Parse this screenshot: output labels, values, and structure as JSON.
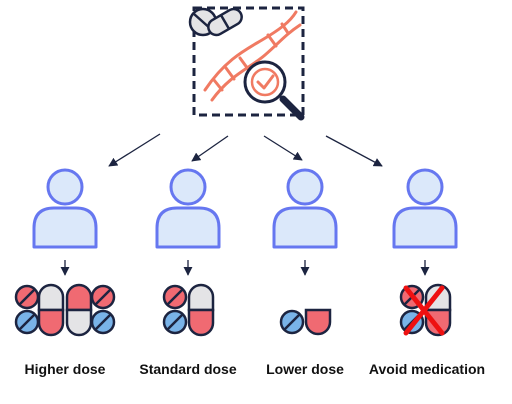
{
  "colors": {
    "outline": "#1c2440",
    "person_fill": "#dbe8fa",
    "person_stroke": "#6677f0",
    "pill_red": "#f06a72",
    "pill_blue": "#79b3e8",
    "pill_gray": "#e4e4e6",
    "dna": "#f07a62",
    "cross": "#ee1111",
    "label": "#111111"
  },
  "header_icon": [
    "pills-icon",
    "dna-icon",
    "magnifier-check-icon",
    "dashed-frame"
  ],
  "groups": [
    {
      "label": "Higher dose",
      "pills": [
        "red-blue-tablet",
        "capsule",
        "capsule",
        "red-blue-tablet"
      ]
    },
    {
      "label": "Standard dose",
      "pills": [
        "red-blue-tablet",
        "capsule"
      ]
    },
    {
      "label": "Lower dose",
      "pills": [
        "blue-tablet",
        "half-capsule"
      ]
    },
    {
      "label": "Avoid medication",
      "pills": [
        "red-blue-tablet",
        "capsule"
      ],
      "crossed_out": true
    }
  ]
}
